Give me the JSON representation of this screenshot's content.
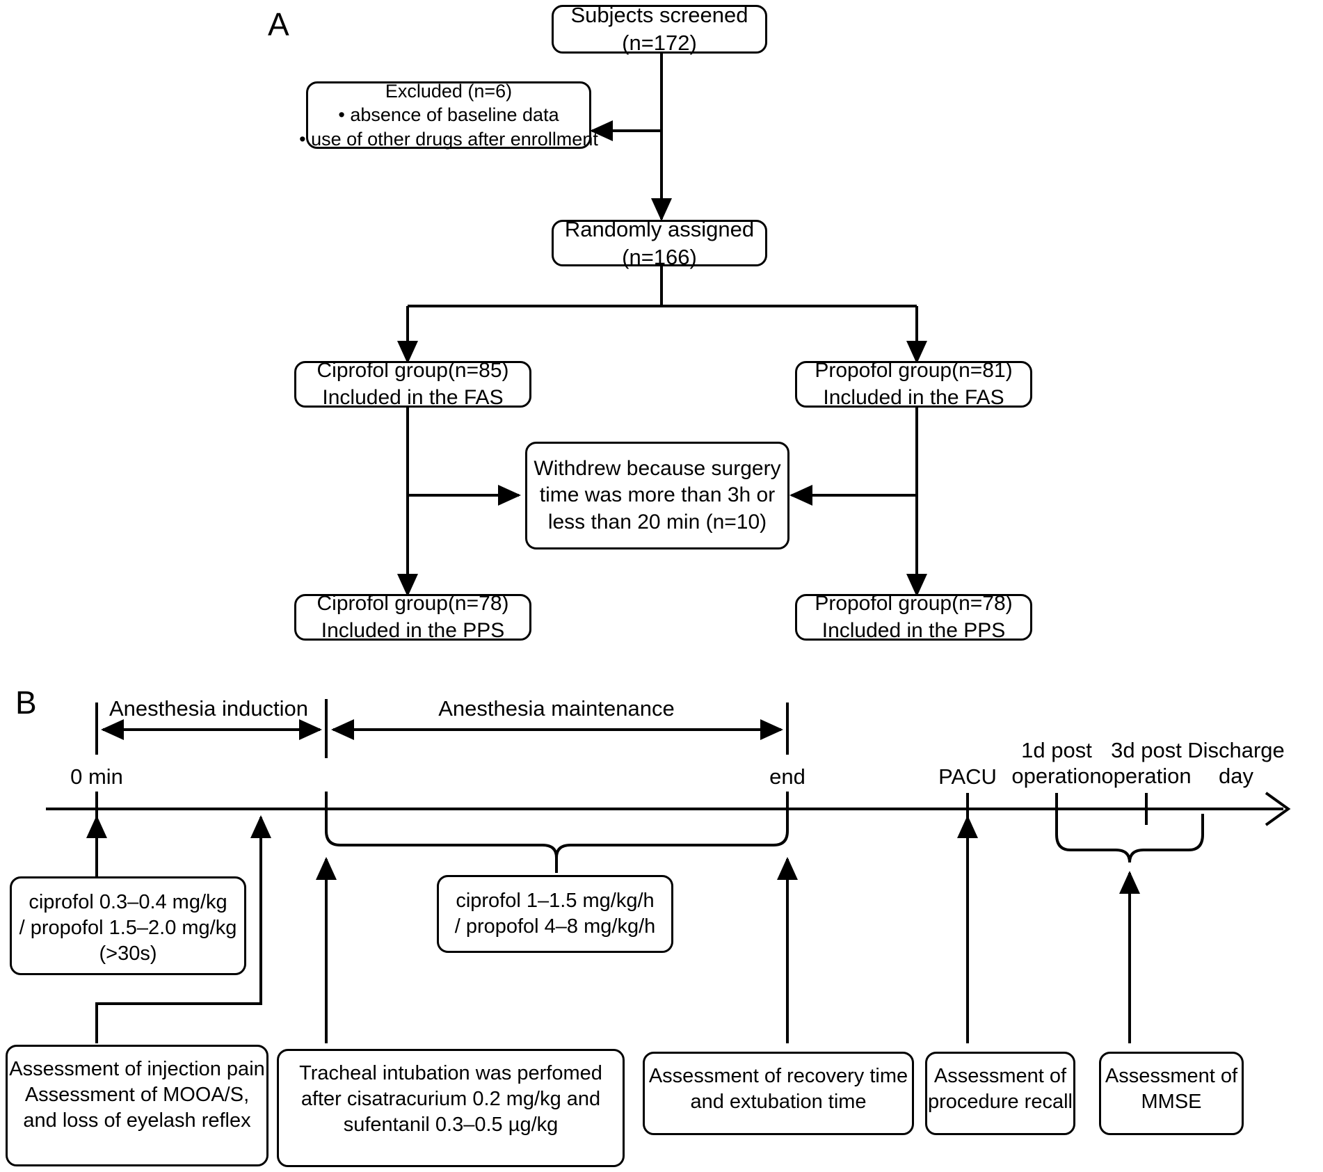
{
  "panels": {
    "a_label": "A",
    "b_label": "B"
  },
  "flowchart": {
    "screened": {
      "line1": "Subjects screened",
      "line2": "(n=172)"
    },
    "excluded": {
      "line1": "Excluded (n=6)",
      "line2": "• absence of baseline data",
      "line3": "• use of other drugs after enrollment"
    },
    "randomized": {
      "line1": "Randomly assigned",
      "line2": "(n=166)"
    },
    "ciprofol_fas": {
      "line1": "Ciprofol group(n=85)",
      "line2": "Included in the FAS"
    },
    "propofol_fas": {
      "line1": "Propofol group(n=81)",
      "line2": "Included in the FAS"
    },
    "withdrew": {
      "line1": "Withdrew because surgery",
      "line2": "time was more than 3h or",
      "line3": "less than 20 min (n=10)"
    },
    "ciprofol_pps": {
      "line1": "Ciprofol group(n=78)",
      "line2": "Included in the PPS"
    },
    "propofol_pps": {
      "line1": "Propofol group(n=78)",
      "line2": "Included in the PPS"
    }
  },
  "timeline": {
    "phases": {
      "induction": "Anesthesia induction",
      "maintenance": "Anesthesia maintenance"
    },
    "ticks": {
      "zero": "0 min",
      "end": "end",
      "pacu": "PACU",
      "post1d": "1d post\noperation",
      "post3d": "3d post\noperation",
      "discharge": "Discharge\nday"
    },
    "dose_induction": {
      "line1": "ciprofol 0.3–0.4 mg/kg",
      "line2": "/ propofol 1.5–2.0 mg/kg",
      "line3": "(>30s)"
    },
    "dose_maintenance": {
      "line1": "ciprofol 1–1.5 mg/kg/h",
      "line2": "/ propofol 4–8 mg/kg/h"
    },
    "assess_injection": {
      "line1": "Assessment of injection pain",
      "line2": "Assessment of MOOA/S,",
      "line3": "and loss of eyelash reflex"
    },
    "assess_intubation": {
      "line1": "Tracheal intubation was perfomed",
      "line2": "after cisatracurium 0.2 mg/kg and",
      "line3": "sufentanil 0.3–0.5 µg/kg"
    },
    "assess_recovery": {
      "line1": "Assessment of recovery time",
      "line2": "and extubation time"
    },
    "assess_recall": {
      "line1": "Assessment of",
      "line2": "procedure recall"
    },
    "assess_mmse": {
      "line1": "Assessment of",
      "line2": "MMSE"
    }
  },
  "colors": {
    "stroke": "#000000",
    "background": "#ffffff"
  }
}
